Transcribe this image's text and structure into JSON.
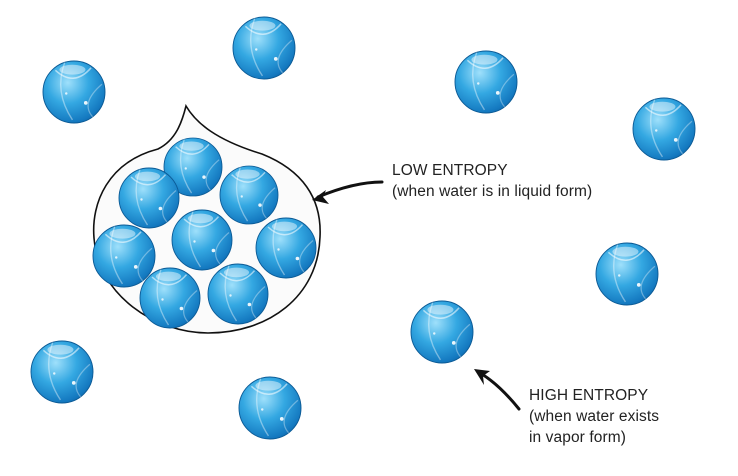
{
  "labels": {
    "low_entropy": {
      "line1": "LOW ENTROPY",
      "line2": "(when water is in liquid form)"
    },
    "high_entropy": {
      "line1": "HIGH ENTROPY",
      "line2": "(when water exists",
      "line3": "in vapor form)"
    }
  },
  "colors": {
    "molecule_light": "#8fd8f7",
    "molecule_mid": "#2b9fdc",
    "molecule_dark": "#0b64a5",
    "droplet_outline": "#111111",
    "droplet_fill": "#fbfbfb",
    "text": "#222222"
  }
}
